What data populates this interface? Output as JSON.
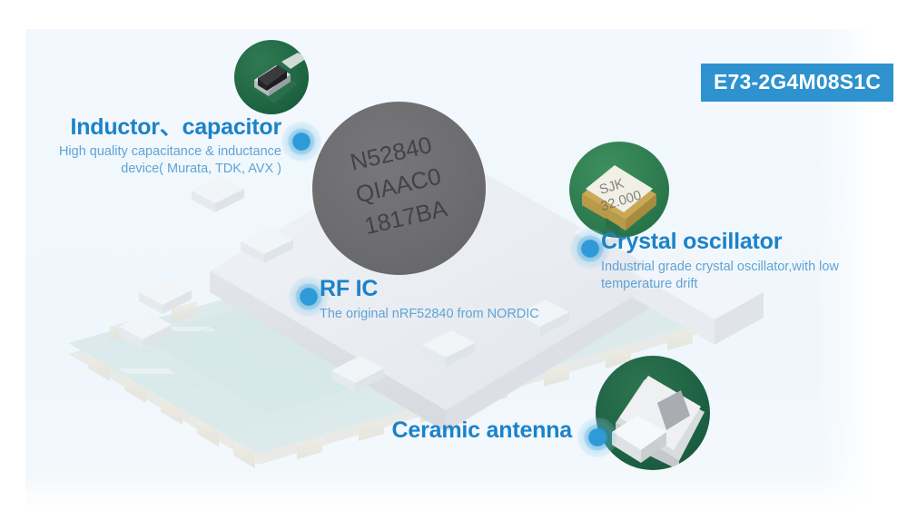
{
  "product": {
    "model_badge": "E73-2G4M08S1C",
    "badge_color": "#2e92cf",
    "title_color": "#1b82c9",
    "subtitle_color": "#5fa3d6",
    "dot_color": "#2f9ad8"
  },
  "chip": {
    "marking_line1": "N52840",
    "marking_line2": "QIAAC0",
    "marking_line3": "1817BA",
    "body_color": "#6d6d70"
  },
  "crystal_part": {
    "marking_line1": "SJK",
    "marking_line2": "32.000"
  },
  "callouts": [
    {
      "id": "inductor-capacitor",
      "title": "Inductor、capacitor",
      "subtitle_line1": "High quality capacitance & inductance",
      "subtitle_line2": "device( Murata, TDK, AVX )"
    },
    {
      "id": "rf-ic",
      "title": "RF IC",
      "subtitle_line1": "The original nRF52840 from NORDIC",
      "subtitle_line2": ""
    },
    {
      "id": "crystal-oscillator",
      "title": "Crystal oscillator",
      "subtitle_line1": "Industrial grade crystal oscillator,with low",
      "subtitle_line2": "temperature drift"
    },
    {
      "id": "ceramic-antenna",
      "title": "Ceramic antenna",
      "subtitle_line1": "",
      "subtitle_line2": ""
    }
  ]
}
